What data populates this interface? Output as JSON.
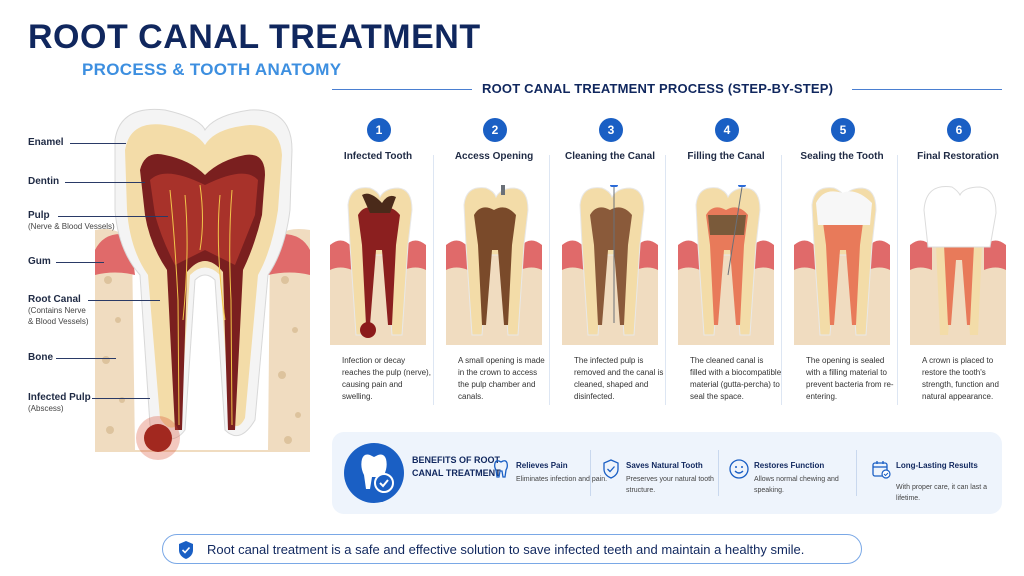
{
  "header": {
    "title": "ROOT CANAL TREATMENT",
    "subtitle": "PROCESS & TOOTH ANATOMY"
  },
  "anatomy": {
    "labels": [
      {
        "title": "Enamel",
        "sub": ""
      },
      {
        "title": "Dentin",
        "sub": ""
      },
      {
        "title": "Pulp",
        "sub": "(Nerve & Blood Vessels)"
      },
      {
        "title": "Gum",
        "sub": ""
      },
      {
        "title": "Root Canal",
        "sub_line1": "(Contains Nerve",
        "sub_line2": "& Blood Vessels)"
      },
      {
        "title": "Bone",
        "sub": ""
      },
      {
        "title": "Infected Pulp",
        "sub": "(Abscess)"
      }
    ]
  },
  "process": {
    "heading": "ROOT CANAL TREATMENT PROCESS (STEP-BY-STEP)",
    "steps": [
      {
        "number": "1",
        "title": "Infected Tooth",
        "desc": "Infection or decay reaches the pulp (nerve), causing pain and swelling."
      },
      {
        "number": "2",
        "title": "Access Opening",
        "desc": "A small opening is made in the crown to access the pulp chamber and canals."
      },
      {
        "number": "3",
        "title": "Cleaning the Canal",
        "desc": "The infected pulp is removed and the canal is cleaned, shaped and disinfected."
      },
      {
        "number": "4",
        "title": "Filling the Canal",
        "desc": "The cleaned canal is filled with a biocompatible material (gutta-percha) to seal the space."
      },
      {
        "number": "5",
        "title": "Sealing the Tooth",
        "desc": "The opening is sealed with a filling material to prevent bacteria from re-entering."
      },
      {
        "number": "6",
        "title": "Final Restoration",
        "desc": "A crown is placed to restore the tooth's strength, function and natural appearance."
      }
    ]
  },
  "benefits": {
    "heading": "BENEFITS OF ROOT CANAL TREATMENT",
    "items": [
      {
        "icon": "tooth-icon",
        "title": "Relieves Pain",
        "desc": "Eliminates infection and pain."
      },
      {
        "icon": "shield-check-icon",
        "title": "Saves Natural Tooth",
        "desc": "Preserves your natural tooth structure."
      },
      {
        "icon": "smile-icon",
        "title": "Restores Function",
        "desc": "Allows normal chewing and speaking."
      },
      {
        "icon": "calendar-check-icon",
        "title": "Long-Lasting Results",
        "desc": "With proper care, it can last a lifetime."
      }
    ]
  },
  "footer": {
    "text": "Root canal treatment is a safe and effective solution to save infected teeth and maintain a healthy smile."
  },
  "colors": {
    "title": "#10275e",
    "accent": "#3d8fe0",
    "step_badge": "#1a5fc4",
    "benefit_bg": "#eef4fc"
  }
}
